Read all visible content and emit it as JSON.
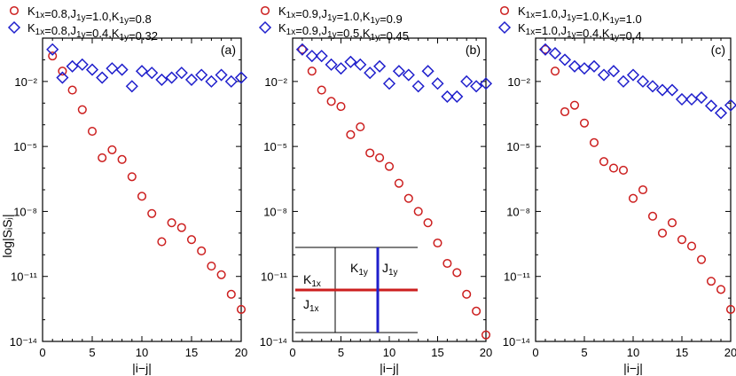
{
  "figure": {
    "ylabel": "log|SᵢSⱼ|",
    "xlabel": "|i−j|"
  },
  "colors": {
    "red": "#cc1f1f",
    "blue": "#1f1fcc"
  },
  "inset": {
    "k1x": "K",
    "k1x_sub": "1x",
    "j1x": "J",
    "j1x_sub": "1x",
    "k1y": "K",
    "k1y_sub": "1y",
    "j1y": "J",
    "j1y_sub": "1y"
  },
  "chart_data": [
    {
      "type": "scatter",
      "panel_label": "(a)",
      "xlabel": "|i−j|",
      "ylabel": "log|SᵢSⱼ|",
      "yscale": "log",
      "xlim": [
        0,
        20
      ],
      "ylim": [
        1e-14,
        1
      ],
      "xticks": [
        0,
        5,
        10,
        15,
        20
      ],
      "yticks": [
        "10⁻²",
        "10⁻⁵",
        "10⁻⁸",
        "10⁻¹¹",
        "10⁻¹⁴"
      ],
      "legend_position": "top",
      "series": [
        {
          "name": "K1x=0.8,J1y=1.0,K1y=0.8",
          "name_main": [
            "K",
            "=0.8,J",
            "=1.0,K",
            "=0.8"
          ],
          "name_subs": [
            "1x",
            "1y",
            "1y"
          ],
          "marker": "circle",
          "color": "#cc1f1f",
          "x": [
            1,
            2,
            3,
            4,
            5,
            6,
            7,
            8,
            9,
            10,
            11,
            12,
            13,
            14,
            15,
            16,
            17,
            18,
            19,
            20
          ],
          "y": [
            0.15,
            0.03,
            0.004,
            0.0005,
            5e-05,
            3e-06,
            7e-06,
            2.5e-06,
            4e-07,
            5e-08,
            8e-09,
            4e-10,
            3e-09,
            1.8e-09,
            5e-10,
            1.5e-10,
            3e-11,
            1.2e-11,
            1.5e-12,
            3e-13
          ]
        },
        {
          "name": "K1x=0.8,J1y=0.4,K1y=0.32",
          "name_main": [
            "K",
            "=0.8,J",
            "=0.4,K",
            "=0.32"
          ],
          "name_subs": [
            "1x",
            "1y",
            "1y"
          ],
          "marker": "diamond",
          "color": "#1f1fcc",
          "x": [
            1,
            2,
            3,
            4,
            5,
            6,
            7,
            8,
            9,
            10,
            11,
            12,
            13,
            14,
            15,
            16,
            17,
            18,
            19,
            20
          ],
          "y": [
            0.3,
            0.015,
            0.05,
            0.06,
            0.035,
            0.015,
            0.04,
            0.035,
            0.006,
            0.03,
            0.025,
            0.012,
            0.015,
            0.025,
            0.012,
            0.02,
            0.01,
            0.02,
            0.01,
            0.015
          ]
        }
      ]
    },
    {
      "type": "scatter",
      "panel_label": "(b)",
      "xlabel": "|i−j|",
      "ylabel": "",
      "yscale": "log",
      "xlim": [
        0,
        20
      ],
      "ylim": [
        1e-14,
        1
      ],
      "xticks": [
        0,
        5,
        10,
        15,
        20
      ],
      "yticks": [
        "10⁻²",
        "10⁻⁵",
        "10⁻⁸",
        "10⁻¹¹",
        "10⁻¹⁴"
      ],
      "legend_position": "top",
      "series": [
        {
          "name": "K1x=0.9,J1y=1.0,K1y=0.9",
          "name_main": [
            "K",
            "=0.9,J",
            "=1.0,K",
            "=0.9"
          ],
          "name_subs": [
            "1x",
            "1y",
            "1y"
          ],
          "marker": "circle",
          "color": "#cc1f1f",
          "x": [
            1,
            2,
            3,
            4,
            5,
            6,
            7,
            8,
            9,
            10,
            11,
            12,
            13,
            14,
            15,
            16,
            17,
            18,
            19,
            20
          ],
          "y": [
            0.3,
            0.03,
            0.004,
            0.0012,
            0.0007,
            3.5e-05,
            8e-05,
            5e-06,
            3e-06,
            1.2e-06,
            2e-07,
            4e-08,
            1e-08,
            3e-09,
            3.5e-10,
            4e-11,
            1.5e-11,
            1.5e-12,
            2.5e-13,
            2e-14
          ]
        },
        {
          "name": "K1x=0.9,J1y=0.5,K1y=0.45",
          "name_main": [
            "K",
            "=0.9,J",
            "=0.5,K",
            "=0.45"
          ],
          "name_subs": [
            "1x",
            "1y",
            "1y"
          ],
          "marker": "diamond",
          "color": "#1f1fcc",
          "x": [
            1,
            2,
            3,
            4,
            5,
            6,
            7,
            8,
            9,
            10,
            11,
            12,
            13,
            14,
            15,
            16,
            17,
            18,
            19,
            20
          ],
          "y": [
            0.3,
            0.15,
            0.15,
            0.06,
            0.04,
            0.08,
            0.06,
            0.025,
            0.05,
            0.008,
            0.03,
            0.02,
            0.006,
            0.03,
            0.008,
            0.002,
            0.002,
            0.01,
            0.006,
            0.008
          ]
        }
      ]
    },
    {
      "type": "scatter",
      "panel_label": "(c)",
      "xlabel": "|i−j|",
      "ylabel": "",
      "yscale": "log",
      "xlim": [
        0,
        20
      ],
      "ylim": [
        1e-14,
        1
      ],
      "xticks": [
        0,
        5,
        10,
        15,
        20
      ],
      "yticks": [
        "10⁻²",
        "10⁻⁵",
        "10⁻⁸",
        "10⁻¹¹",
        "10⁻¹⁴"
      ],
      "legend_position": "top",
      "series": [
        {
          "name": "K1x=1.0,J1y=1.0,K1y=1.0",
          "name_main": [
            "K",
            "=1.0,J",
            "=1.0,K",
            "=1.0"
          ],
          "name_subs": [
            "1x",
            "1y",
            "1y"
          ],
          "marker": "circle",
          "color": "#cc1f1f",
          "x": [
            1,
            2,
            3,
            4,
            5,
            6,
            7,
            8,
            9,
            10,
            11,
            12,
            13,
            14,
            15,
            16,
            17,
            18,
            19,
            20
          ],
          "y": [
            0.3,
            0.03,
            0.0004,
            0.0008,
            0.00012,
            1.5e-05,
            2e-06,
            1e-06,
            8e-07,
            4e-08,
            1e-07,
            6e-09,
            1e-09,
            3e-09,
            5e-10,
            2.5e-10,
            6e-11,
            6e-12,
            2.5e-12,
            3e-13
          ]
        },
        {
          "name": "K1x=1.0,J1y=0.4,K1y=0.4",
          "name_main": [
            "K",
            "=1.0,J",
            "=0.4,K",
            "=0.4"
          ],
          "name_subs": [
            "1x",
            "1y",
            "1y"
          ],
          "marker": "diamond",
          "color": "#1f1fcc",
          "x": [
            1,
            2,
            3,
            4,
            5,
            6,
            7,
            8,
            9,
            10,
            11,
            12,
            13,
            14,
            15,
            16,
            17,
            18,
            19,
            20
          ],
          "y": [
            0.3,
            0.2,
            0.1,
            0.05,
            0.04,
            0.05,
            0.02,
            0.03,
            0.01,
            0.02,
            0.01,
            0.006,
            0.004,
            0.004,
            0.0015,
            0.0015,
            0.0018,
            0.00075,
            0.00035,
            0.0008
          ]
        }
      ]
    }
  ]
}
